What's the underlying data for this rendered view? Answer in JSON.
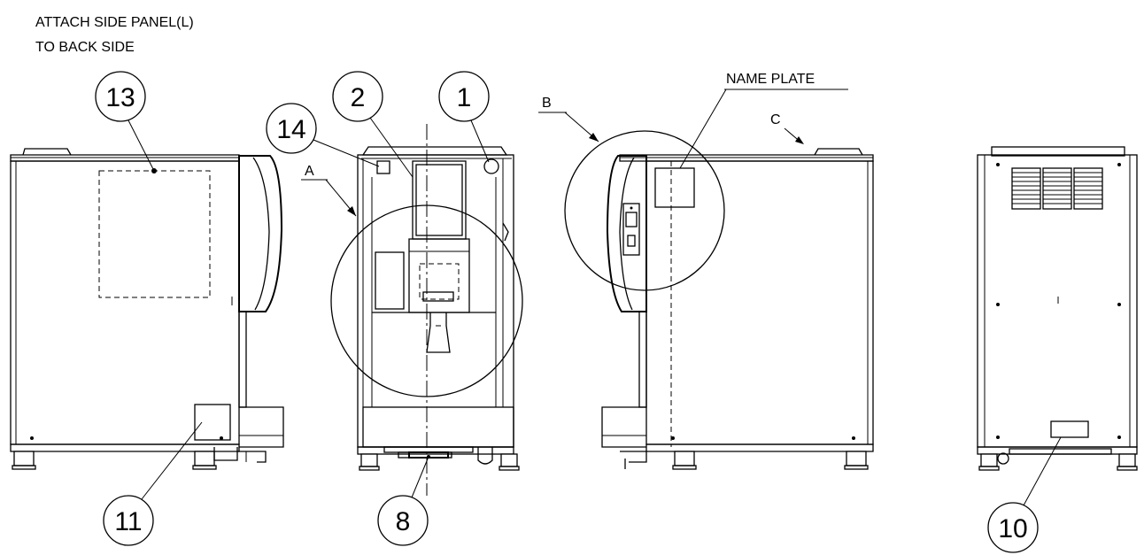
{
  "notes": {
    "attach_line1": "ATTACH SIDE PANEL(L)",
    "attach_line2": "TO BACK SIDE",
    "name_plate": "NAME PLATE"
  },
  "view_letters": [
    "A",
    "B",
    "C"
  ],
  "callouts": [
    "13",
    "2",
    "1",
    "14",
    "11",
    "8",
    "10"
  ]
}
